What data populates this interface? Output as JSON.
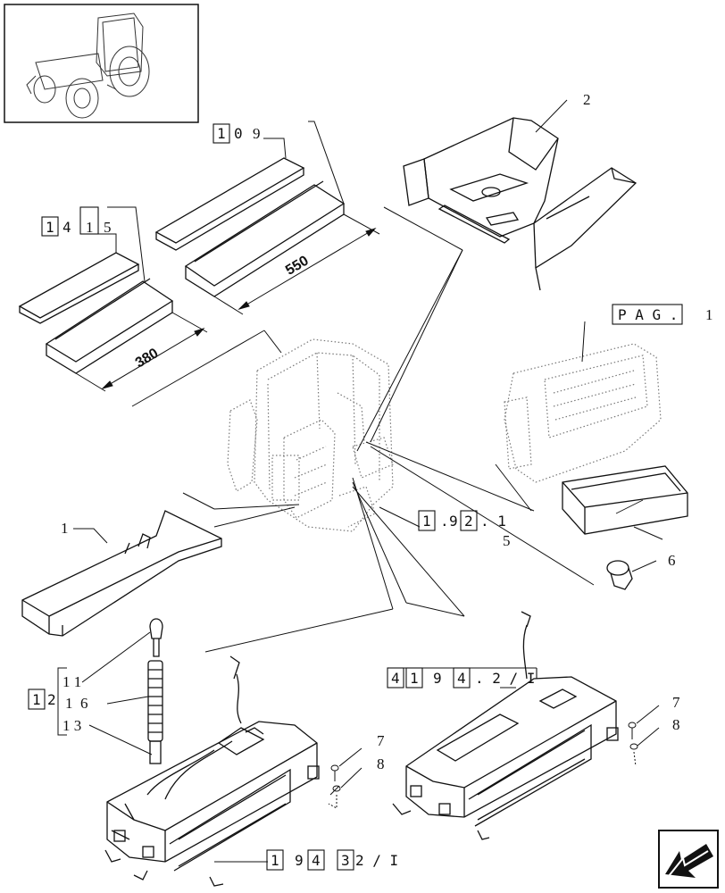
{
  "callouts": {
    "n1": "1",
    "n2": "2",
    "n5": "5",
    "n6": "6",
    "n7a": "7",
    "n8a": "8",
    "n7b": "7",
    "n8b": "8",
    "c109_a": "1",
    "c109_b": "0",
    "c109_c": "9",
    "c1415_a": "1",
    "c1415_b": "4",
    "c1415_c": "1",
    "c1415_d": "5",
    "g_left": "1",
    "g_mid": "2",
    "g11": "1 1",
    "g16a": "1",
    "g16b": "6",
    "g13": "1 3"
  },
  "dimensions": {
    "d550": "550",
    "d380": "380"
  },
  "references": {
    "pag_text": "P A G .",
    "pag_num": "1",
    "r1921_a": "1",
    "r1921_b": "9",
    "r1921_c": "2",
    "r1921_d": ". 1",
    "r1921_dots": ".",
    "r194_a": "4",
    "r194_b": "1",
    "r194_c": "9",
    "r194_d": "4",
    "r194_e": ". 2 / I",
    "r19432_a": "1",
    "r19432_b": "9",
    "r19432_c": "4",
    "r19432_d": "3",
    "r19432_e": "2 / I"
  },
  "nav": {
    "icon": "arrow-left-icon"
  }
}
